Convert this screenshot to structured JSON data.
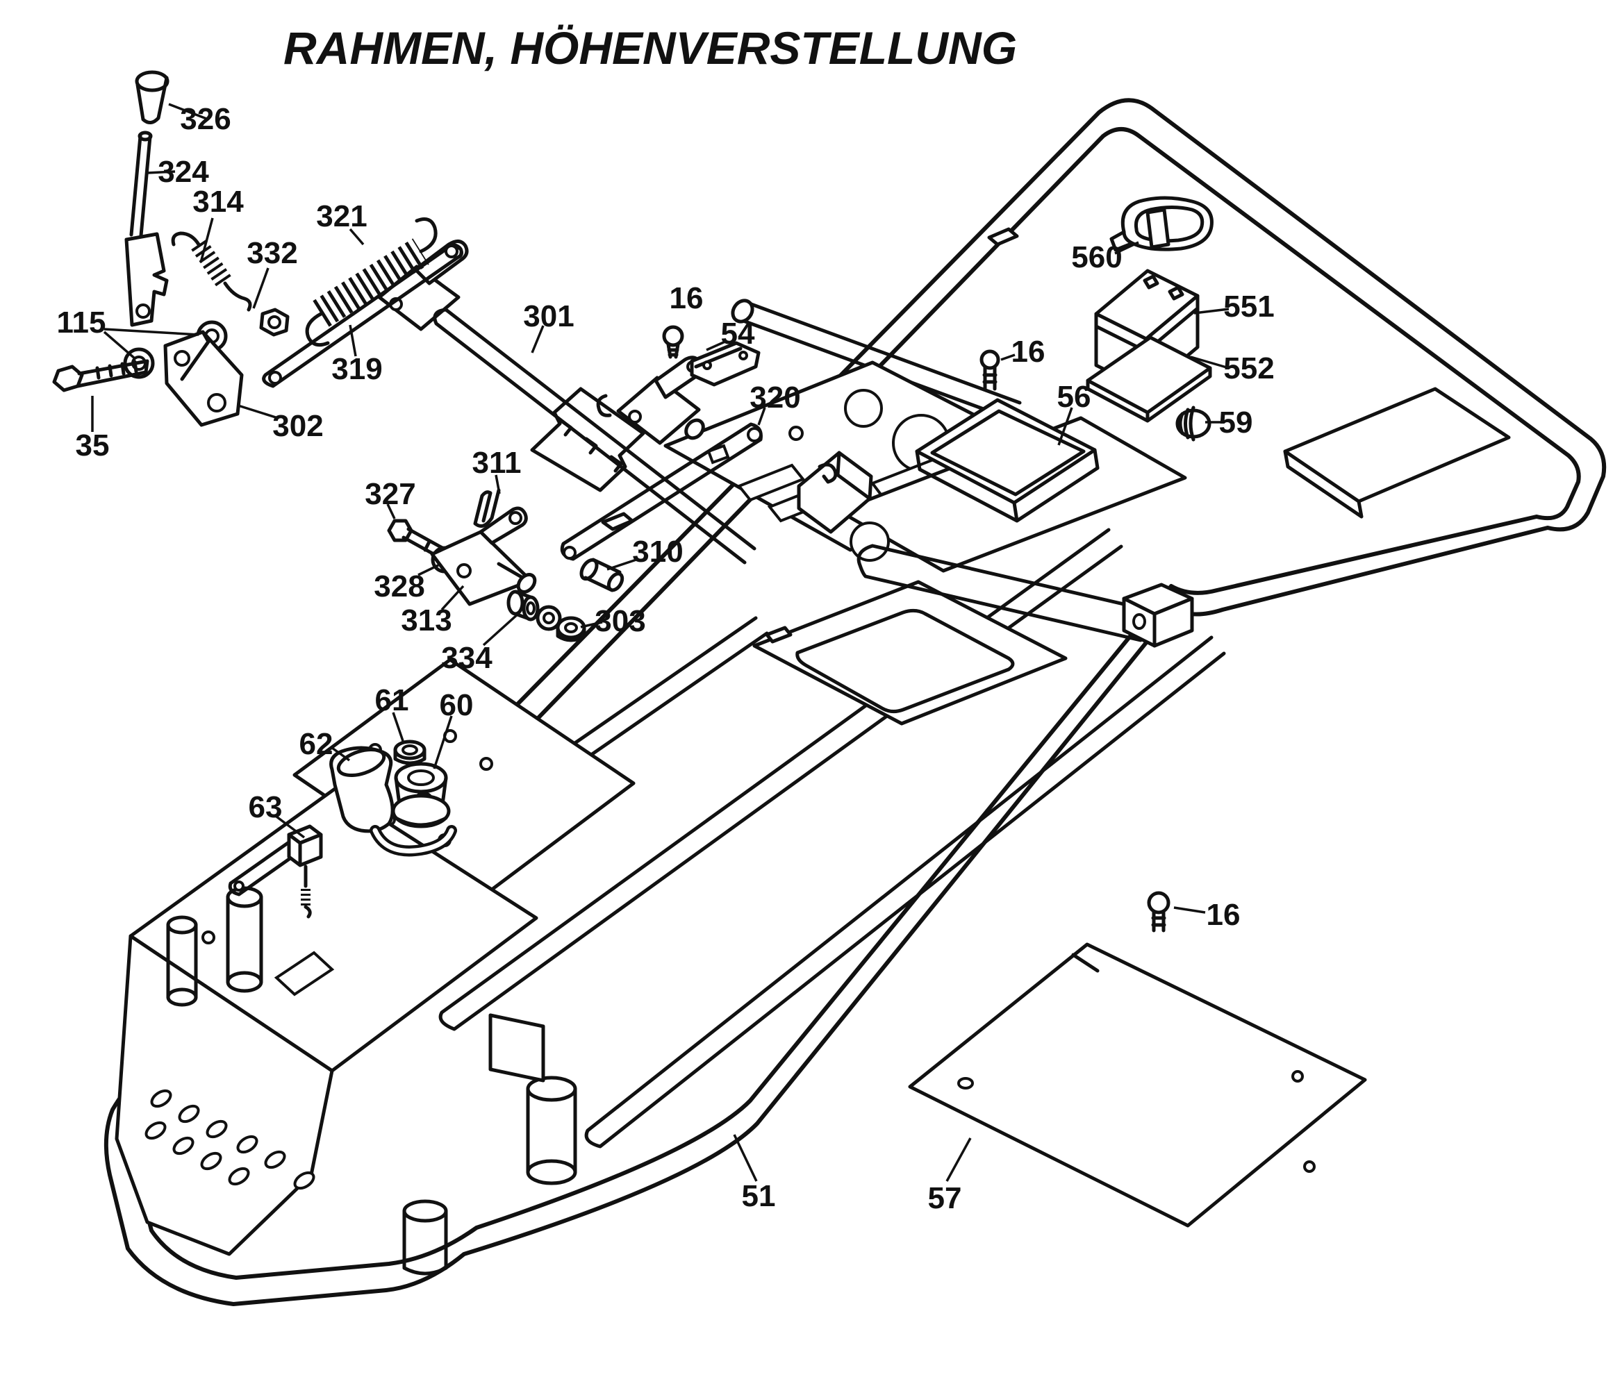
{
  "title": "RAHMEN, HÖHENVERSTELLUNG",
  "diagram": {
    "ink_color": "#111111",
    "background_color": "#ffffff"
  },
  "labels": [
    {
      "text": "326"
    },
    {
      "text": "324"
    },
    {
      "text": "314"
    },
    {
      "text": "321"
    },
    {
      "text": "332"
    },
    {
      "text": "115"
    },
    {
      "text": "301"
    },
    {
      "text": "16"
    },
    {
      "text": "54"
    },
    {
      "text": "320"
    },
    {
      "text": "35"
    },
    {
      "text": "302"
    },
    {
      "text": "319"
    },
    {
      "text": "311"
    },
    {
      "text": "327"
    },
    {
      "text": "310"
    },
    {
      "text": "328"
    },
    {
      "text": "313"
    },
    {
      "text": "303"
    },
    {
      "text": "334"
    },
    {
      "text": "61"
    },
    {
      "text": "60"
    },
    {
      "text": "62"
    },
    {
      "text": "63"
    },
    {
      "text": "560"
    },
    {
      "text": "551"
    },
    {
      "text": "16"
    },
    {
      "text": "552"
    },
    {
      "text": "56"
    },
    {
      "text": "59"
    },
    {
      "text": "16"
    },
    {
      "text": "51"
    },
    {
      "text": "57"
    }
  ]
}
